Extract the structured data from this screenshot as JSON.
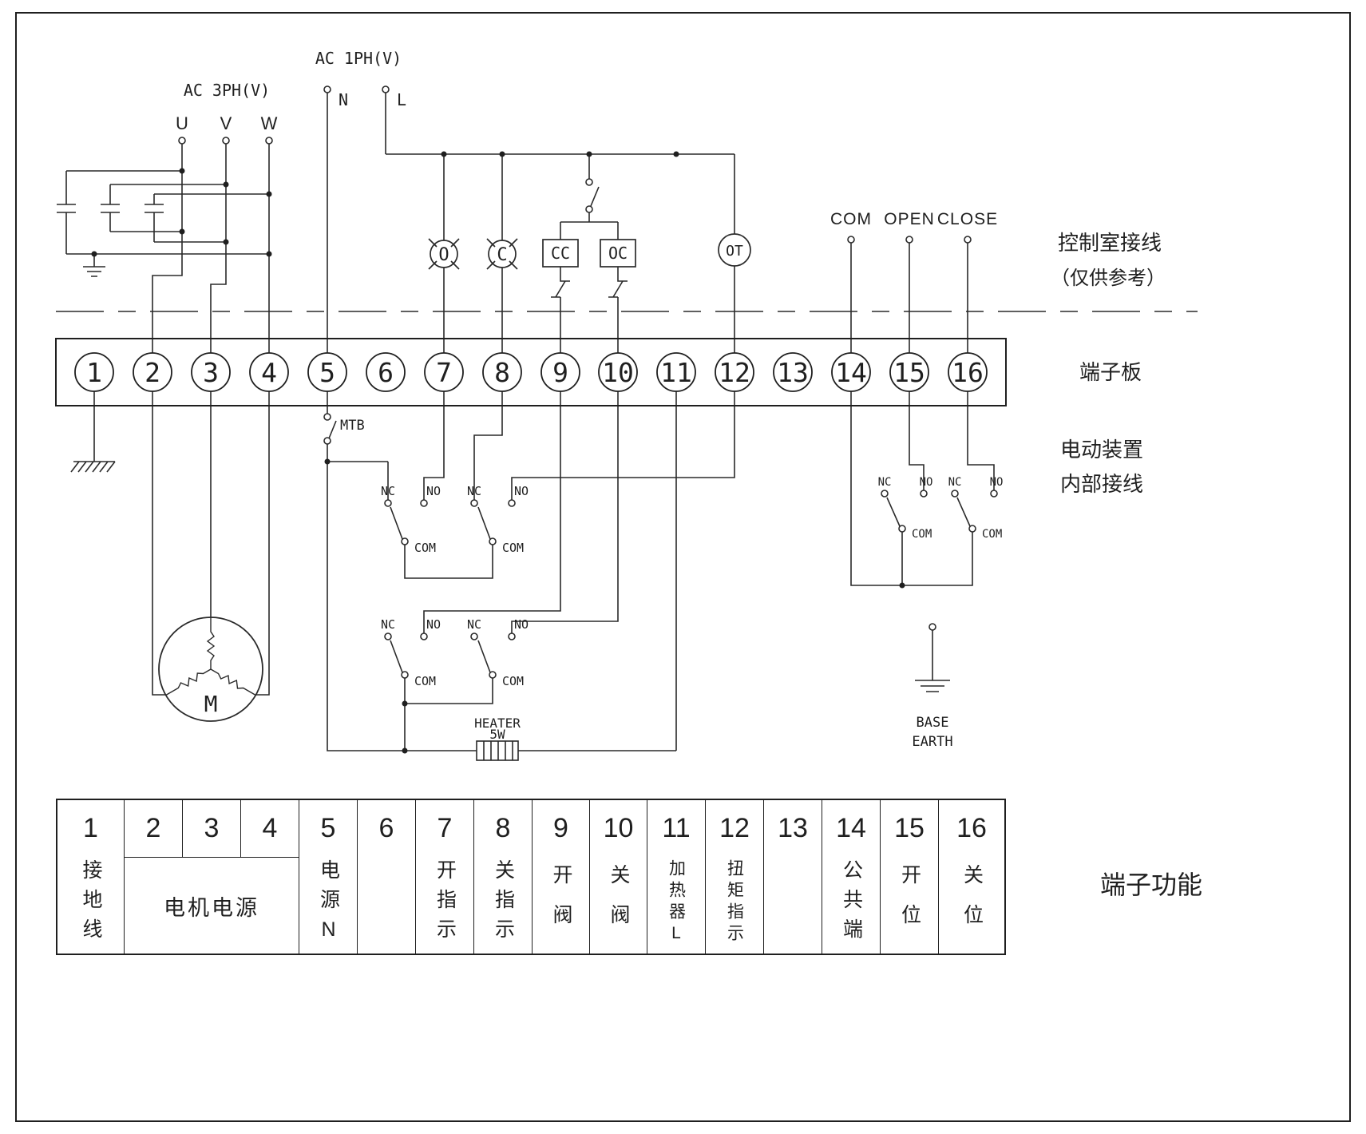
{
  "colors": {
    "line": "#1f1f1f",
    "bg": "#ffffff"
  },
  "power": {
    "ac3": "AC 3PH(V)",
    "ac1": "AC 1PH(V)",
    "phases": [
      "U",
      "V",
      "W"
    ],
    "n": "N",
    "l": "L"
  },
  "devices": {
    "lamp_open": "O",
    "lamp_close": "C",
    "coil_cc": "CC",
    "coil_oc": "OC",
    "ot": "OT"
  },
  "remote": {
    "com": "COM",
    "open": "OPEN",
    "close": "CLOSE"
  },
  "sections": {
    "control_room": "控制室接线",
    "reference": "（仅供参考）",
    "terminal_board": "端子板",
    "internal1": "电动装置",
    "internal2": "内部接线",
    "functions": "端子功能"
  },
  "labels": {
    "mtb": "MTB",
    "heater": "HEATER",
    "heater_w": "5W",
    "motor": "M",
    "base": "BASE",
    "earth": "EARTH",
    "nc": "NC",
    "no": "NO",
    "com": "COM"
  },
  "terminals": [
    "1",
    "2",
    "3",
    "4",
    "5",
    "6",
    "7",
    "8",
    "9",
    "10",
    "11",
    "12",
    "13",
    "14",
    "15",
    "16"
  ],
  "table": {
    "numbers": [
      "1",
      "2",
      "3",
      "4",
      "5",
      "6",
      "7",
      "8",
      "9",
      "10",
      "11",
      "12",
      "13",
      "14",
      "15",
      "16"
    ],
    "f1": "接地线",
    "f234": "电机电源",
    "f5": "电源N",
    "f6": "",
    "f7": "开指示",
    "f8": "关指示",
    "f9": "开阀",
    "f10": "关阀",
    "f11": "加热器L",
    "f12": "扭矩指示",
    "f13": "",
    "f14": "公共端",
    "f15": "开位",
    "f16": "关位"
  }
}
